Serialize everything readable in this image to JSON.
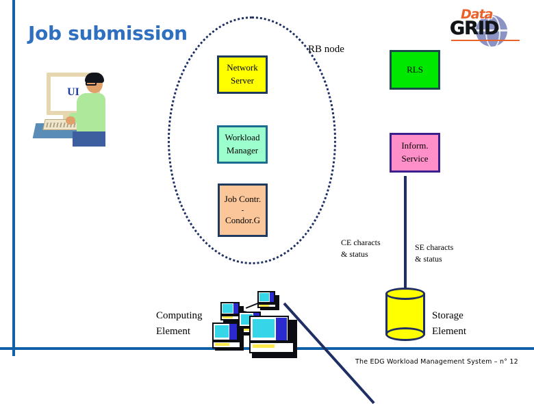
{
  "slide": {
    "title": "Job submission",
    "footer": "The EDG Workload Management System –  n° 12"
  },
  "logo": {
    "word_top": "Data",
    "word_bottom": "GRID",
    "orange": "#e8622a",
    "dark": "#111418",
    "globe": "#8b93c4"
  },
  "rb_node": {
    "label": "RB node",
    "boundary_style": "dotted-ellipse"
  },
  "ui": {
    "screen_label": "UI"
  },
  "components": [
    {
      "id": "network-server",
      "line1": "Network",
      "line2": "Server",
      "fill": "#ffff00",
      "border": "#1f3a5f"
    },
    {
      "id": "workload-manager",
      "line1": "Workload",
      "line2": "Manager",
      "fill": "#9cfdcd",
      "border": "#1b6d8f"
    },
    {
      "id": "job-controller",
      "line1": "Job Contr.",
      "line2": "-",
      "line3": "Condor.G",
      "fill": "#fbc79a",
      "border": "#1f3a5f"
    },
    {
      "id": "rls",
      "line1": "RLS",
      "line2": "",
      "fill": "#00e800",
      "border": "#1b4a4a"
    },
    {
      "id": "information-service",
      "line1": "Inform.",
      "line2": "Service",
      "fill": "#ff8fc8",
      "border": "#3b1f8f"
    }
  ],
  "computing_element": {
    "line1": "Computing",
    "line2": "Element"
  },
  "storage_element": {
    "line1": "Storage",
    "line2": "Element",
    "fill": "#ffff00"
  },
  "annotations": {
    "ce_characts_l1": "CE characts",
    "ce_characts_l2": "& status",
    "se_characts_l1": "SE characts",
    "se_characts_l2": "& status"
  },
  "theme": {
    "rule_blue": "#1060a8",
    "title_blue": "#2f6fc0",
    "line_navy": "#1f2f63"
  }
}
